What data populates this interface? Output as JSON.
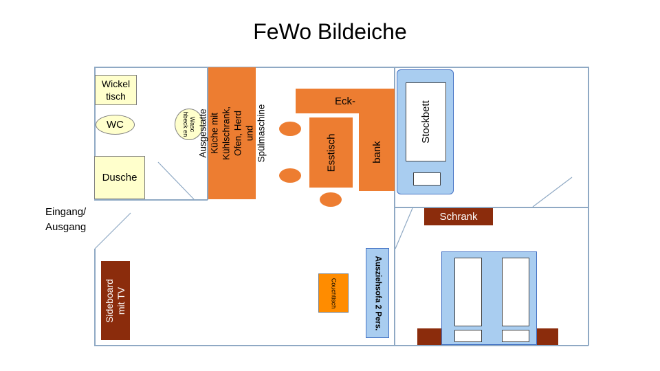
{
  "title": "FeWo Bildeiche",
  "labels": {
    "wickeltisch": "Wickel tisch",
    "wc": "WC",
    "waschbecken": "Wasc hbeck en",
    "dusche": "Dusche",
    "kueche": "Ausgestatte Küche mit Kühlschrank, Ofen, Herd und Spülmaschine",
    "eck": "Eck-",
    "esstisch": "Esstisch",
    "bank": "bank",
    "stockbett": "Stockbett",
    "schrank": "Schrank",
    "eingang": "Eingang/ Ausgang",
    "sideboard": "Sideboard mit TV",
    "couchtisch": "Couchtisch",
    "ausziehsofa": "Ausziehsofa 2 Pers."
  },
  "colors": {
    "wall": "#8fa9c4",
    "kitchen": "#ed7d31",
    "furniture_dark": "#8b2c0c",
    "bed": "#a9cdf0",
    "bed_border": "#4472c4",
    "sanitary": "#ffffcc",
    "couchtisch": "#ff8c00"
  }
}
